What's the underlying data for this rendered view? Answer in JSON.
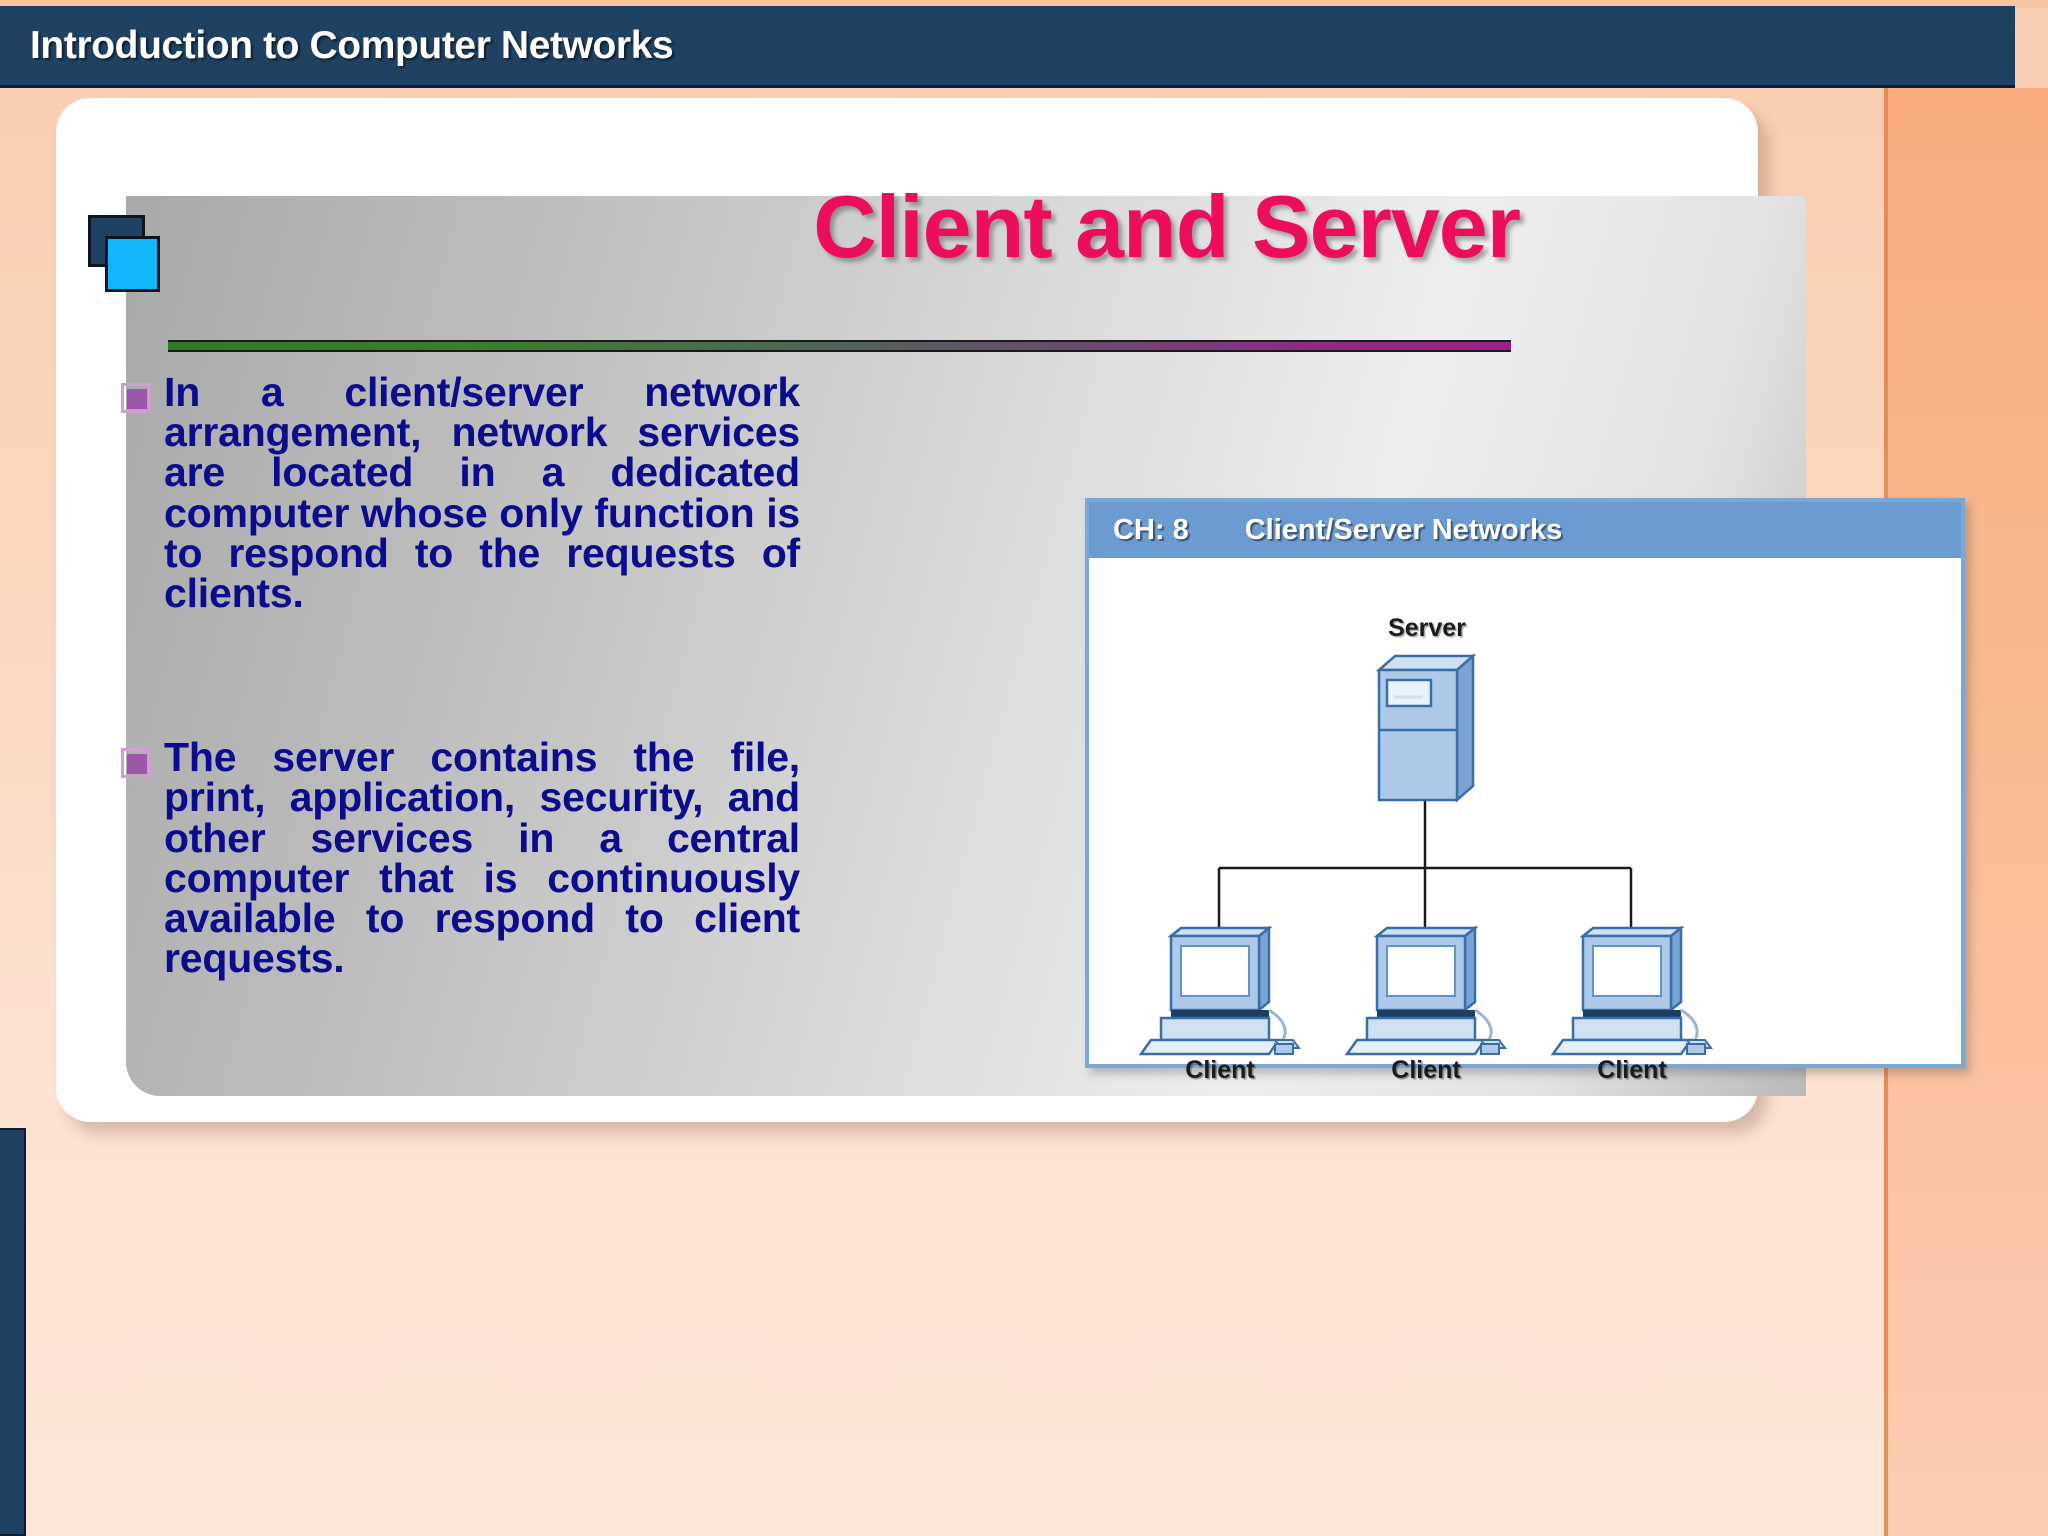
{
  "header": {
    "title": "Introduction to Computer Networks"
  },
  "slide": {
    "title": "Client and Server",
    "bullets": [
      {
        "marker": "square-in-square-icon",
        "text": "In a client/server network arrangement, network services are located in a dedicated computer whose only function is to respond to the requests of clients."
      },
      {
        "marker": "square-in-square-icon",
        "text": "The server contains the file, print, application, security, and other services in a central computer that is continuously available to respond to client requests."
      }
    ]
  },
  "diagram": {
    "chapter": "CH: 8",
    "subject": "Client/Server Networks",
    "server_label": "Server",
    "clients": [
      {
        "label": "Client"
      },
      {
        "label": "Client"
      },
      {
        "label": "Client"
      }
    ]
  },
  "colors": {
    "header_bar": "#1f4263",
    "page_background": "#fbd6bd",
    "title_pink": "#ec0e5c",
    "body_navy": "#0b0b8e",
    "deco_dark": "#1f4263",
    "deco_cyan": "#12b7fb",
    "rule_left_green": "#2f7a26",
    "rule_right_purple": "#9c1f8a",
    "diagram_header_blue": "#6c9bd2",
    "diagram_border_blue": "#7ba7d4",
    "bullet_purple": "#9c57a8"
  }
}
